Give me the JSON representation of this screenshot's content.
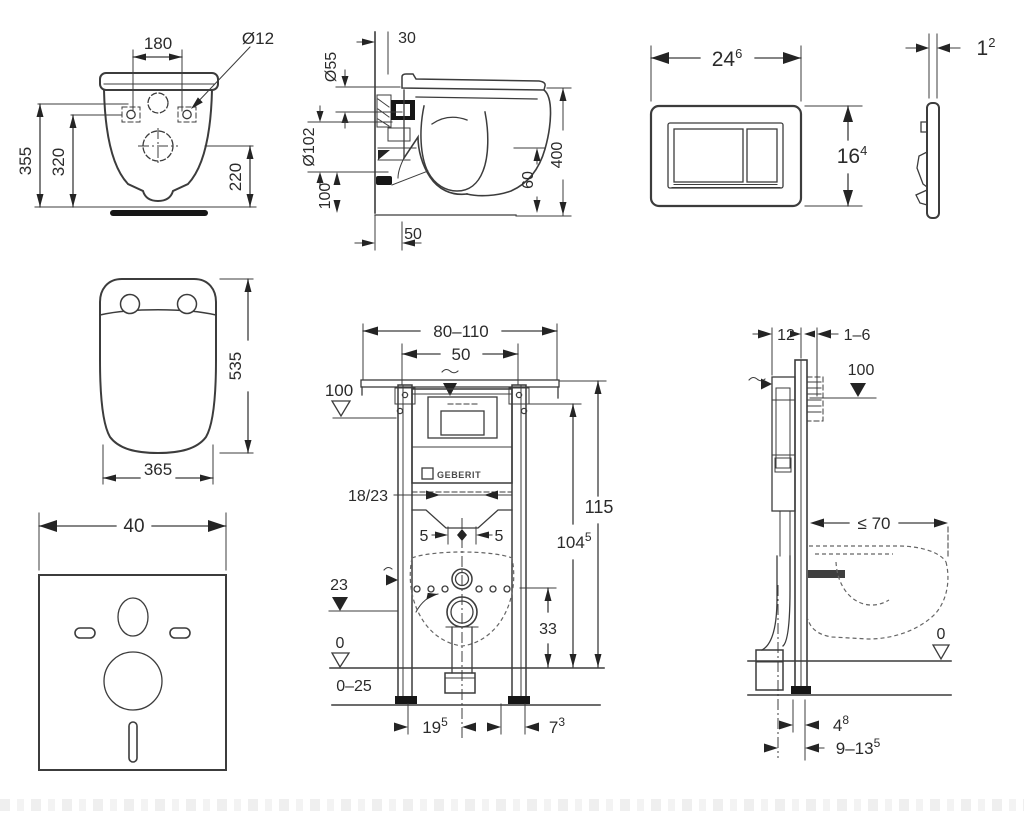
{
  "drawing": {
    "brand": "GEBERIT",
    "wc_front": {
      "hole_spacing": "180",
      "hole_dia": "Ø12",
      "h_total": "355",
      "h_holes": "320",
      "h_outlet": "220"
    },
    "wc_side": {
      "wall_offset": "30",
      "flush_dia": "Ø55",
      "drain_dia": "Ø102",
      "drain_h": "100",
      "depth_wall": "50",
      "depth_total": "400",
      "rim_drop": "60"
    },
    "plate_front": {
      "w": "24",
      "w_sup": "6",
      "h": "16",
      "h_sup": "4"
    },
    "plate_side": {
      "t": "1",
      "t_sup": "2"
    },
    "seat_top": {
      "length": "535",
      "width": "365"
    },
    "mat": {
      "width": "40"
    },
    "frame_front": {
      "top_width": "80–110",
      "plate_width": "50",
      "lvl_100": "100",
      "rail_label": "18/23",
      "off_l": "5",
      "off_r": "5",
      "lvl_23": "23",
      "h_total": "115",
      "h_cist": "104",
      "h_cist_sup": "5",
      "drain_h": "33",
      "lvl_0": "0",
      "floor_range": "0–25",
      "foot_l": "19",
      "foot_l_sup": "5",
      "foot_r": "7",
      "foot_r_sup": "3"
    },
    "frame_side": {
      "depth": "12",
      "wall_gap": "1–6",
      "lvl_100": "100",
      "bowl_depth": "≤ 70",
      "lvl_0": "0",
      "off_drain": "4",
      "off_drain_sup": "8",
      "drain_range": "9–13",
      "drain_range_sup": "5"
    }
  }
}
